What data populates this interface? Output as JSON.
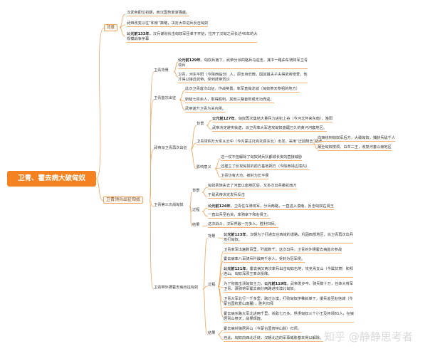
{
  "root": "卫青、霍去病大破匈奴",
  "watermark": "知乎 @静静思考者",
  "nodes": {
    "bg": "背景",
    "bg1": "汉武帝即位初期，西汉国势渐渐强盛。",
    "bg2": "武帝改变以往“和亲”策略，决定大举进兵反击匈奴",
    "bg3a": "公元前133年",
    "bg3b": "，汉兵谋划伏击匈奴军臣单于开始，拉开了汉匈之间长达40年的大",
    "bg3c": "规模战争序幕",
    "main": "卫青领兵出征匈奴",
    "wq_bg": "卫青背景",
    "wq_bg1a": "公元前129年",
    "wq_bg1b": "，匈奴兵南下，武帝分派四路兵马迎击，其中一路由车骑将军卫青",
    "wq_bg1c": "领兵",
    "wq_bg2a": "卫青，河东平阳（今陕西临汾）人，原出身低微，因其姐夫子夫得武帝宠爱，他",
    "wq_bg2b": "才得以接近武帝，受到武帝赏识",
    "wq_first": "卫青首次出征",
    "wq_f1": "此次卫青首次出征，作战英勇，率军直捣龙城（匈奴祭天祭祖的地方）",
    "wq_f2": "斩敌七百余人，取得胜利。其他三路皆败或无功而返。",
    "wq_f3": "武帝遂升卫青为关内侯。",
    "wq_again": "武帝派卫青再次出征",
    "wq_a_bg": "背景",
    "wq_a_bg1a": "公元前127年",
    "wq_a_bg1b": "，匈奴再次集结大量兵力进犯上谷（今河北怀来东南），渔阳",
    "wq_a_bg2": "武帝决定避实就虚，派卫青率大军进攻匈奴盘踞已久的黄河河套地区。",
    "wq_a_proc": "卫青领四万大军从云中（今内蒙古托克托县东北）出发，采用“迂回侧击”战术",
    "wq_a_p1": "向西绕到匈奴军后方，大破匈奴，捕获兵敌千人",
    "wq_a_p2": "最全匈奴楼烦、白羊二王，收复河套以南地区",
    "wq_a_eff": "影响意义",
    "wq_a_e1": "这一仗不但解除了匈奴骑兵队都城长安的直接威胁",
    "wq_a_e2": "还建立了反攻匈奴的前方基地朔方（今陕西靖边境内）",
    "wq_a_e3": "卫青功有大功，被封为长平侯",
    "wq_third": "卫青第三次战匈奴",
    "wq_t_bg": "背景",
    "wq_t_bg1": "匈奴贵族失去了河套以南地区后，又多次出兵袭扰西方",
    "wq_t_bg2": "于是武帝决定发兵反击",
    "wq_t_proc": "过程",
    "wq_t_p1a": "公元前124年",
    "wq_t_p1b": "，卫青任车骑将军，分兵两路，一直进入漠南，反击匈奴右贤王",
    "wq_t_p2": "一直出兵至右关，率骑拿下和右贤王。",
    "wq_t_res": "结果",
    "wq_t_r1": "这次战斗，汉军俘敌一万多人，胜利归师。",
    "wq_hq": "卫青带外甥霍去病出征匈奴",
    "hq_bg": "背景",
    "hq_bg1a": "公元前123年",
    "hq_bg1b": "，汉朝为了打通去往西域的道路，巩固西部地区，派卫青再次出兵",
    "hq_bg1c": "攻打匈奴。",
    "hq_proc": "过程",
    "hq_p1": "卫青率军出塞数百里，歼敌数千，这次出兵，卫青的外甥霍去病首次参战",
    "hq_p2": "霍去病率八百骑兵歼敌两千余人，受封为冠军侯。",
    "hq_p3a": "公元前121年",
    "hq_p3b": "，霍去病又两次率兵出击匈奴右地，攻克焉支山（今属甘肃）和祁",
    "hq_p3c": "连山，匈奴浑邪王率众投降。",
    "hq_p4a": "为了彻底击溃匈奴主力，",
    "hq_p4b": "公元前119年",
    "hq_p4c": "，武帝发步卒、骑兵数十万，任命大将军",
    "hq_p4d": "卫青、骠骑将军霍去病分两路进攻漠北匈奴。",
    "hq_p5a": "卫青大军北行一千多里，跨过沙漠，打败匈奴伊稚斜单于，援兵追至赵信城（今",
    "hq_p5b": "蒙古国杭爱山南麓），胜利归师",
    "hq_p6a": "霍去病东路大军北进两千里，杀敌七万多，俘虏匈奴三个小王及将领83人，在狼",
    "hq_p6b": "居胥山祭天，战果辉煌。",
    "hq_res": "结果",
    "hq_r1": "霍去病封狼居胥山（今蒙古国肯特山脉）归师。",
    "hq_r2": "自此，匈奴向西北迁徙，汉朝北边的军事威胁基本得以解除。"
  }
}
